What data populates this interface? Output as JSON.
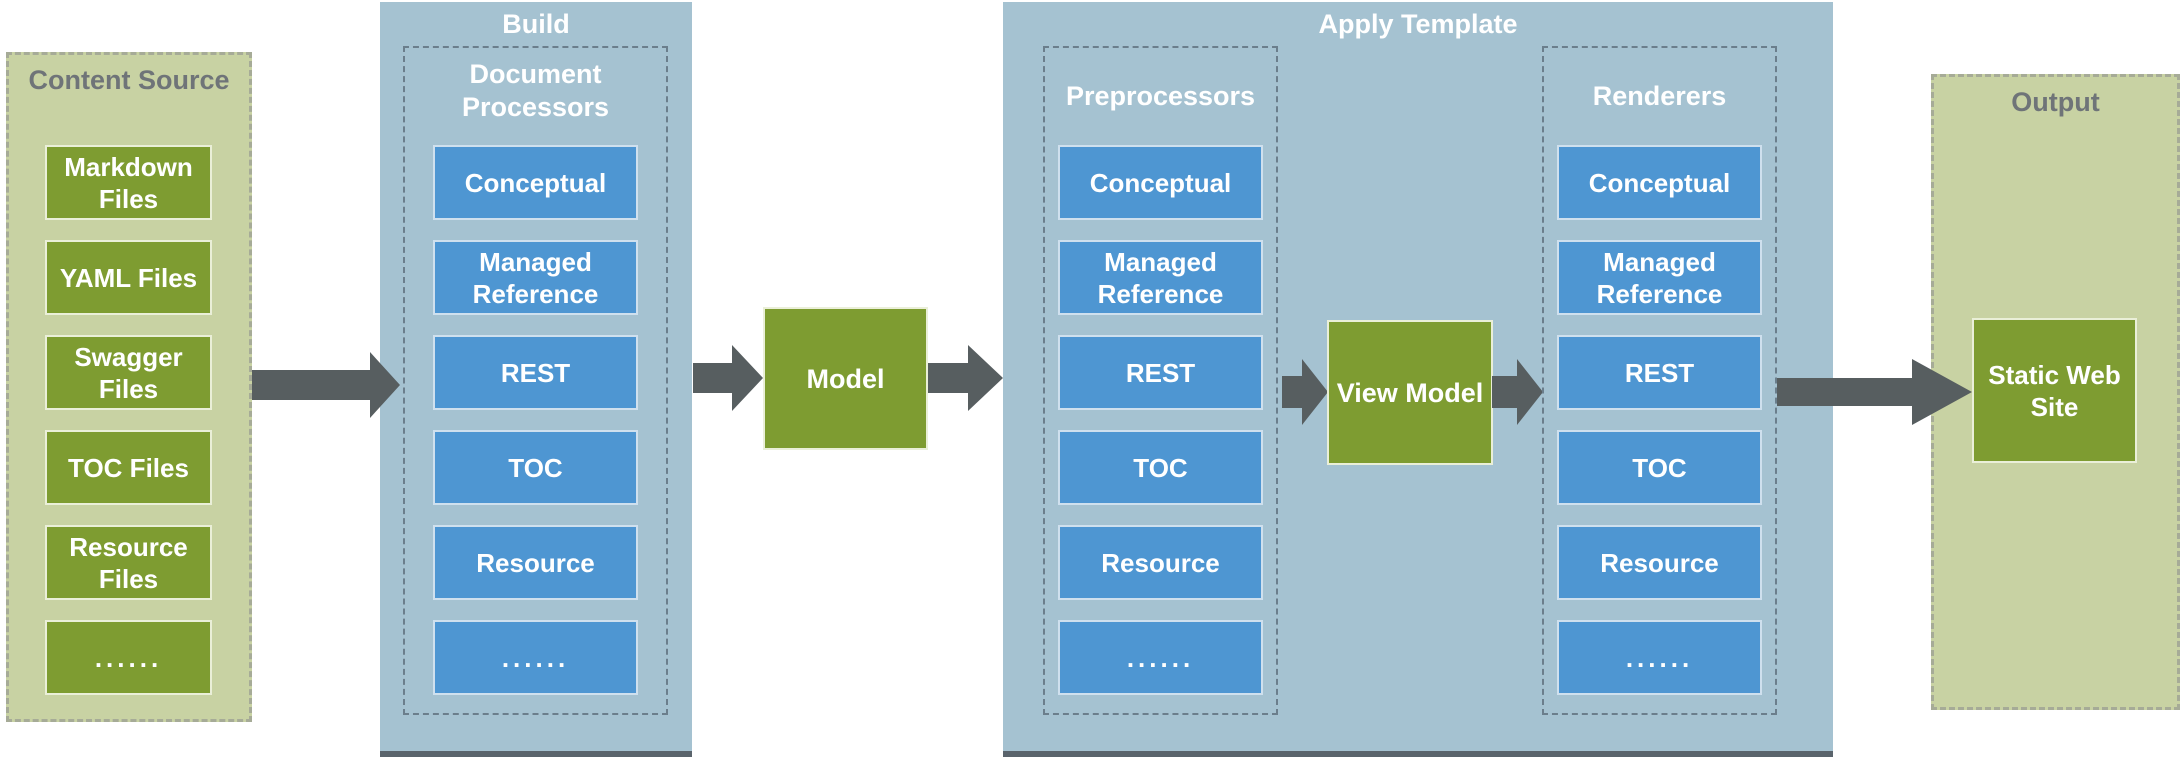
{
  "panels": {
    "content_source": {
      "title": "Content Source",
      "items": [
        "Markdown Files",
        "YAML Files",
        "Swagger Files",
        "TOC Files",
        "Resource Files",
        "......"
      ]
    },
    "build": {
      "title": "Build",
      "processors": {
        "title": "Document Processors",
        "items": [
          "Conceptual",
          "Managed Reference",
          "REST",
          "TOC",
          "Resource",
          "......"
        ]
      }
    },
    "model": {
      "label": "Model"
    },
    "apply_template": {
      "title": "Apply Template",
      "preprocessors": {
        "title": "Preprocessors",
        "items": [
          "Conceptual",
          "Managed Reference",
          "REST",
          "TOC",
          "Resource",
          "......"
        ]
      },
      "view_model": {
        "label": "View Model"
      },
      "renderers": {
        "title": "Renderers",
        "items": [
          "Conceptual",
          "Managed Reference",
          "REST",
          "TOC",
          "Resource",
          "......"
        ]
      }
    },
    "output": {
      "title": "Output",
      "site_label": "Static Web Site"
    }
  },
  "colors": {
    "background": "#ffffff",
    "panel_green": "#c8d2a3",
    "panel_green_border": "#a6ab97",
    "panel_green_title": "#6f7478",
    "node_green": "#7e9c31",
    "node_green_border": "#eaefd8",
    "panel_blue": "#a5c2d1",
    "panel_blue_footer": "#5a646c",
    "node_blue": "#4e96d2",
    "node_blue_border": "#cfe0ee",
    "group_dashed_border": "#6b7e8c",
    "arrow": "#575e60",
    "text_on_nodes": "#ffffff"
  }
}
